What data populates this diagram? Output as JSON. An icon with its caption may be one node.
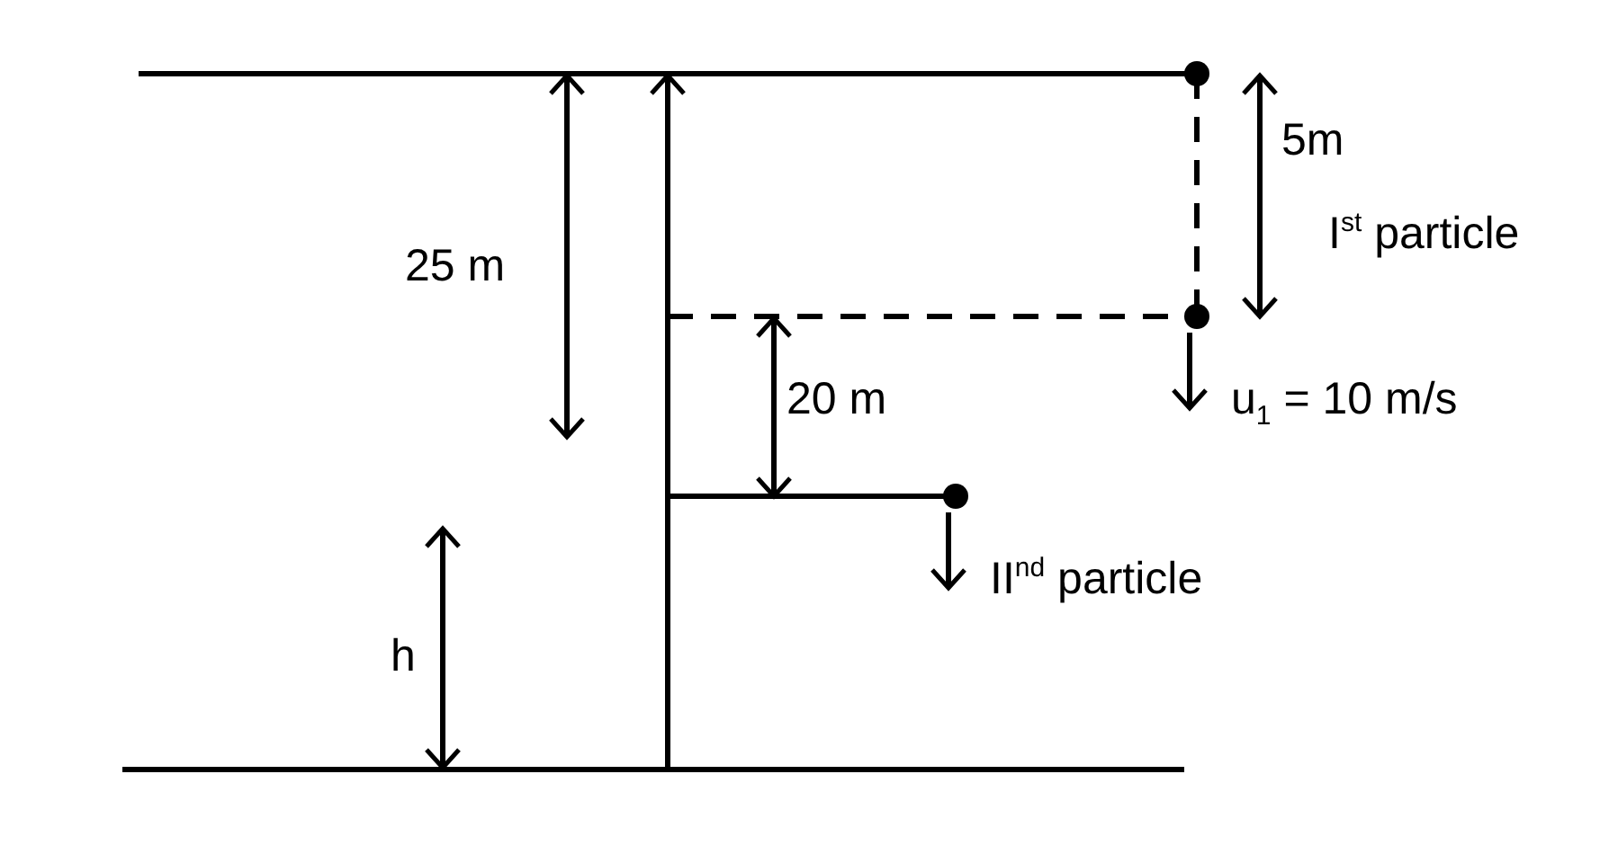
{
  "diagram": {
    "labels": [
      "5m",
      "I$^{st}$ particle",
      "25 m",
      "20 m",
      "u$_{1}$ = 10 m/s",
      "II$^{nd}$ particle",
      "h"
    ]
  }
}
